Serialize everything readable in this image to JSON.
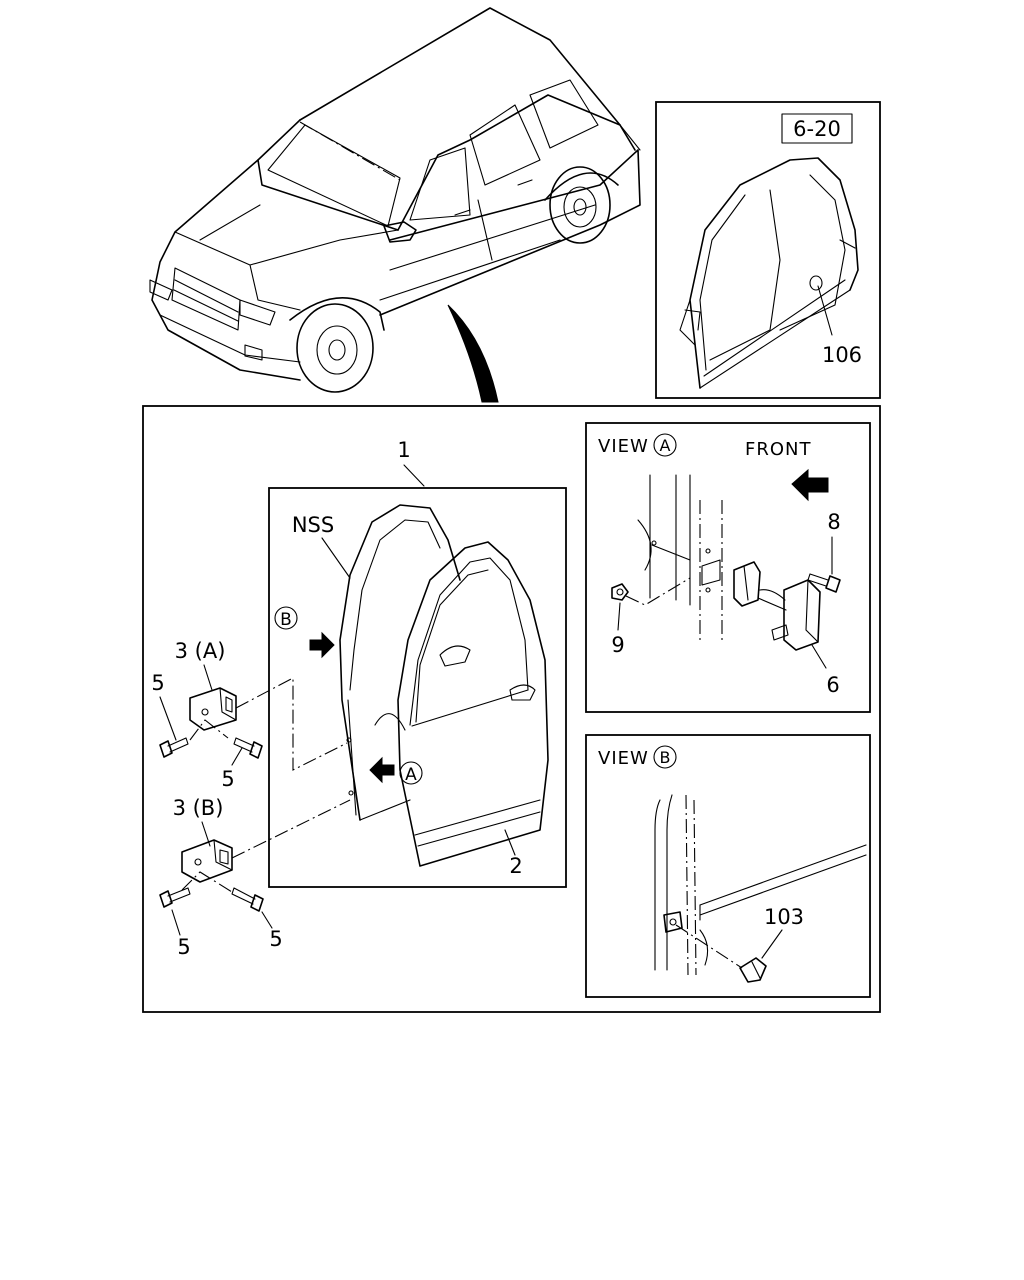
{
  "labels": {
    "ref_6_20": "6-20",
    "part_106": "106",
    "part_1": "1",
    "nss": "NSS",
    "part_2": "2",
    "part_3a": "3 (A)",
    "part_3b": "3 (B)",
    "part_5a": "5",
    "part_5b": "5",
    "part_5c": "5",
    "part_5d": "5",
    "view_b_marker": "B",
    "view_a_marker": "A",
    "view_a_word": "VIEW",
    "view_a_letter": "A",
    "front": "FRONT",
    "part_8": "8",
    "part_9": "9",
    "part_6": "6",
    "view_b_word": "VIEW",
    "view_b_letter": "B",
    "part_103": "103"
  }
}
